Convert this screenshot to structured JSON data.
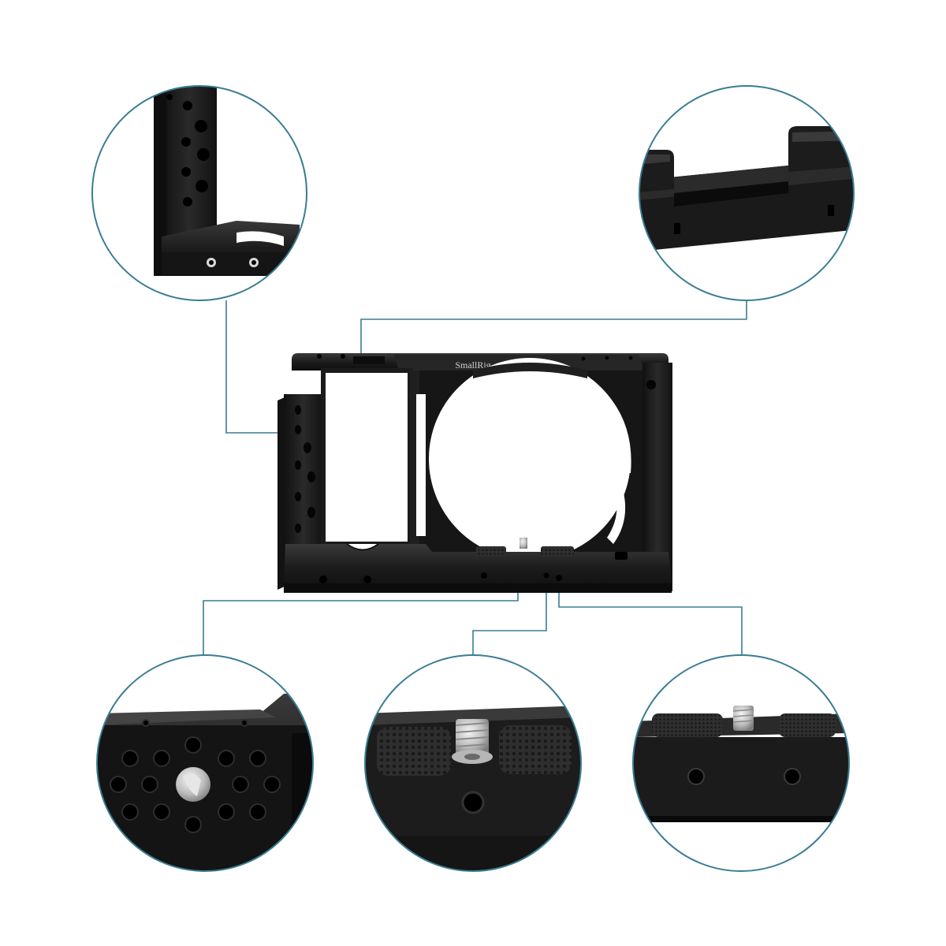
{
  "product": {
    "brand_mark": "SmallRig"
  },
  "colors": {
    "callout_ring": "#3a7d92",
    "leader_line": "#3a7d92",
    "metal_dark": "#1a1a1a",
    "metal_mid": "#2b2b2b",
    "metal_edge": "#4a4a4a",
    "rubber_pad": "#333333",
    "screw_silver": "#c9c9c9",
    "background": "#ffffff"
  },
  "callouts": [
    {
      "name": "left-l-bracket-detail",
      "icon": "l-bracket-icon"
    },
    {
      "name": "cold-shoe-detail",
      "icon": "cold-shoe-icon"
    },
    {
      "name": "bottom-hole-plate-detail",
      "icon": "mounting-holes-icon"
    },
    {
      "name": "tripod-screw-detail",
      "icon": "tripod-screw-icon"
    },
    {
      "name": "base-side-holes-detail",
      "icon": "side-holes-icon"
    }
  ]
}
